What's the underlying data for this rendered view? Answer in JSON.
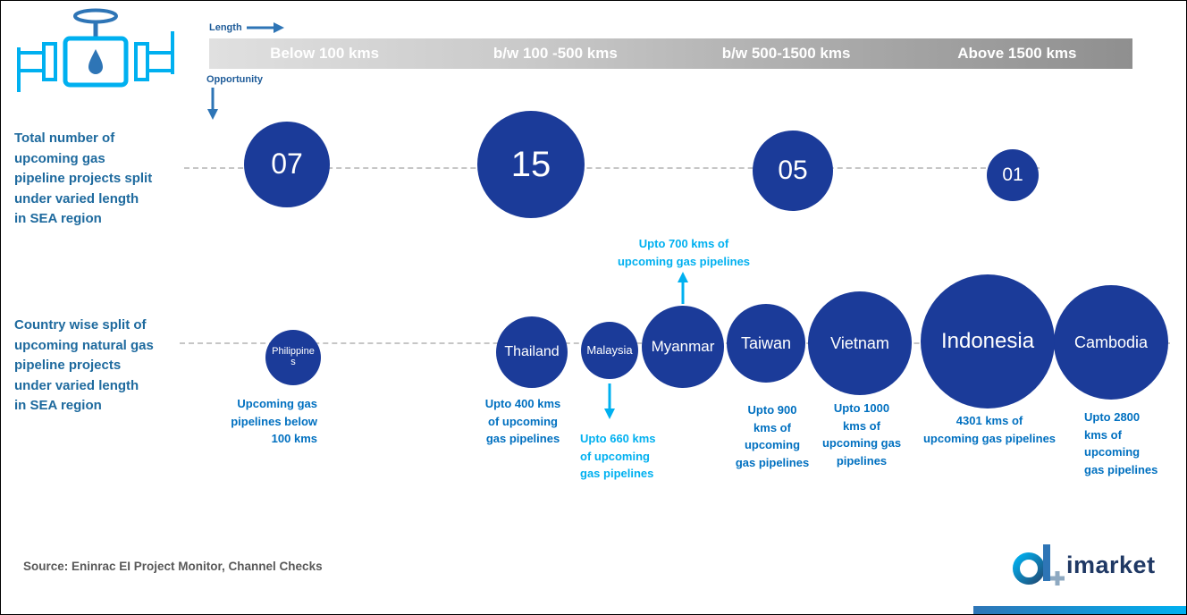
{
  "axis": {
    "length_label": "Length",
    "opportunity_label": "Opportunity"
  },
  "row_labels": {
    "row1": "Total number of\nupcoming gas\npipeline projects split\nunder varied length\nin SEA region",
    "row2": "Country wise split of\nupcoming natural gas\npipeline projects\nunder varied length\nin SEA region"
  },
  "source_text": "Source: Eninrac EI Project Monitor, Channel Checks",
  "logo_text": "imarket",
  "colors": {
    "bubble": "#1B3B99",
    "caption_blue": "#0070C0",
    "caption_cyan": "#00B0F0",
    "row_label_blue": "#1E6A9E",
    "header_gradient_gray": "#8f8f8f"
  },
  "chart_data": {
    "type": "bubble",
    "title": "Upcoming gas pipeline projects in SEA region split under varied length",
    "categories": [
      "Below 100 kms",
      "b/w 100 -500 kms",
      "b/w 500-1500 kms",
      "Above 1500 kms"
    ],
    "project_counts": [
      7,
      15,
      5,
      1
    ],
    "counts_display": [
      "07",
      "15",
      "05",
      "01"
    ],
    "legend_position": "none",
    "countries": [
      {
        "name": "Philippines",
        "category": "Below 100 kms",
        "pipeline_kms": 100,
        "caption": "Upcoming gas\npipelines below\n100 kms"
      },
      {
        "name": "Thailand",
        "category": "b/w 100 -500 kms",
        "pipeline_kms": 400,
        "caption": "Upto 400 kms\nof upcoming\ngas pipelines"
      },
      {
        "name": "Malaysia",
        "category": "b/w 500-1500 kms",
        "pipeline_kms": 660,
        "caption": "Upto 660 kms\nof upcoming\ngas pipelines"
      },
      {
        "name": "Myanmar",
        "category": "b/w 500-1500 kms",
        "pipeline_kms": 700,
        "caption": "Upto 700 kms of\nupcoming gas pipelines"
      },
      {
        "name": "Taiwan",
        "category": "b/w 500-1500 kms",
        "pipeline_kms": 900,
        "caption": "Upto 900\nkms of\nupcoming\ngas pipelines"
      },
      {
        "name": "Vietnam",
        "category": "b/w 500-1500 kms",
        "pipeline_kms": 1000,
        "caption": "Upto 1000\nkms of\nupcoming gas\npipelines"
      },
      {
        "name": "Indonesia",
        "category": "Above 1500 kms",
        "pipeline_kms": 4301,
        "caption": "4301 kms of\nupcoming gas pipelines"
      },
      {
        "name": "Cambodia",
        "category": "Above 1500 kms",
        "pipeline_kms": 2800,
        "caption": "Upto 2800\nkms of\nupcoming\ngas pipelines"
      }
    ]
  }
}
